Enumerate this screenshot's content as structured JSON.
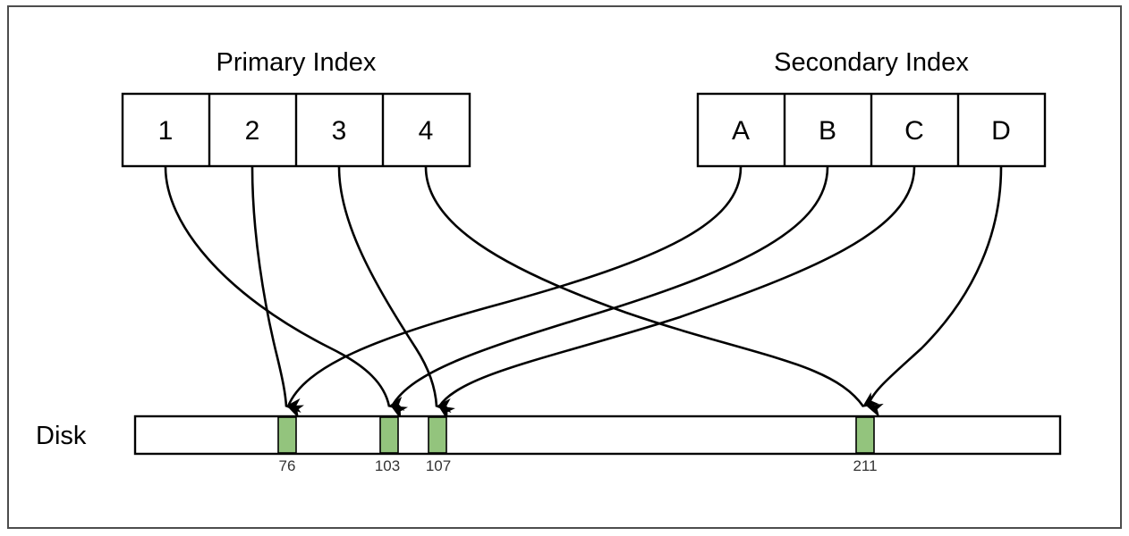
{
  "diagram": {
    "title_primary": "Primary Index",
    "title_secondary": "Secondary Index",
    "disk_label": "Disk",
    "primary_index": {
      "label": "Primary Index",
      "cells": [
        {
          "label": "1",
          "target": "103"
        },
        {
          "label": "2",
          "target": "76"
        },
        {
          "label": "3",
          "target": "107"
        },
        {
          "label": "4",
          "target": "211"
        }
      ]
    },
    "secondary_index": {
      "label": "Secondary Index",
      "cells": [
        {
          "label": "A",
          "target": "76"
        },
        {
          "label": "B",
          "target": "103"
        },
        {
          "label": "C",
          "target": "107"
        },
        {
          "label": "D",
          "target": "211"
        }
      ]
    },
    "disk": {
      "label": "Disk",
      "blocks": [
        {
          "label": "76",
          "color": "#93c47d"
        },
        {
          "label": "103",
          "color": "#93c47d"
        },
        {
          "label": "107",
          "color": "#93c47d"
        },
        {
          "label": "211",
          "color": "#93c47d"
        }
      ]
    },
    "colors": {
      "block_fill": "#93c47d",
      "stroke": "#000000",
      "frame_stroke": "#4d4d4d",
      "background": "#ffffff",
      "block_label": "#333333"
    }
  }
}
